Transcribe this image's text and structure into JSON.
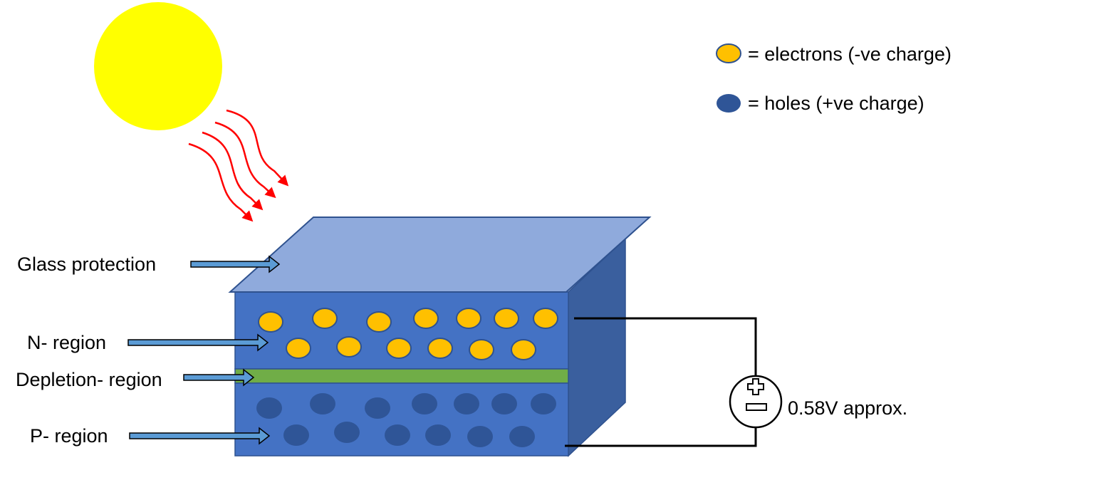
{
  "legend": {
    "electron_label": "= electrons (-ve  charge)",
    "hole_label": "= holes (+ve  charge)"
  },
  "labels": {
    "glass": "Glass protection",
    "n_region": "N- region",
    "depletion": "Depletion- region",
    "p_region": "P- region"
  },
  "voltage": {
    "text": "0.58V approx."
  },
  "diagram": {
    "electron_count": 13,
    "hole_count": 13
  },
  "colors": {
    "sun": "#FFFF00",
    "light_rays": "#FF0000",
    "glass": "#8FAADC",
    "cell_body": "#4472C4",
    "cell_side": "#3A5F9E",
    "depletion": "#70AD47",
    "electron": "#FFC000",
    "hole": "#2F5597",
    "outline": "#2F528F",
    "pointer_arrow": "#5B9BD5"
  }
}
